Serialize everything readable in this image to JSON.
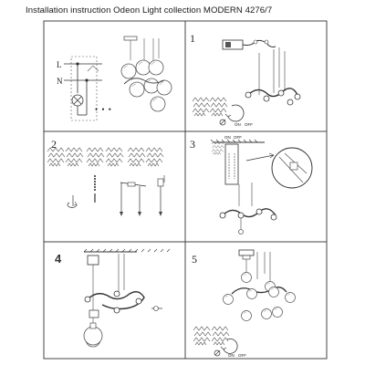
{
  "page": {
    "title": "Installation instruction Odeon Light collection MODERN 4276/7"
  },
  "panels": [
    {
      "step": "",
      "wiring_labels": [
        "L",
        "N"
      ],
      "dots": "• • •"
    },
    {
      "step": "1",
      "dial_labels": [
        "ON",
        "OFF"
      ]
    },
    {
      "step": "2"
    },
    {
      "step": "3",
      "dial_labels": [
        "ON",
        "OFF"
      ]
    },
    {
      "step": "4"
    },
    {
      "step": "5",
      "dial_labels": [
        "ON",
        "OFF"
      ]
    }
  ]
}
